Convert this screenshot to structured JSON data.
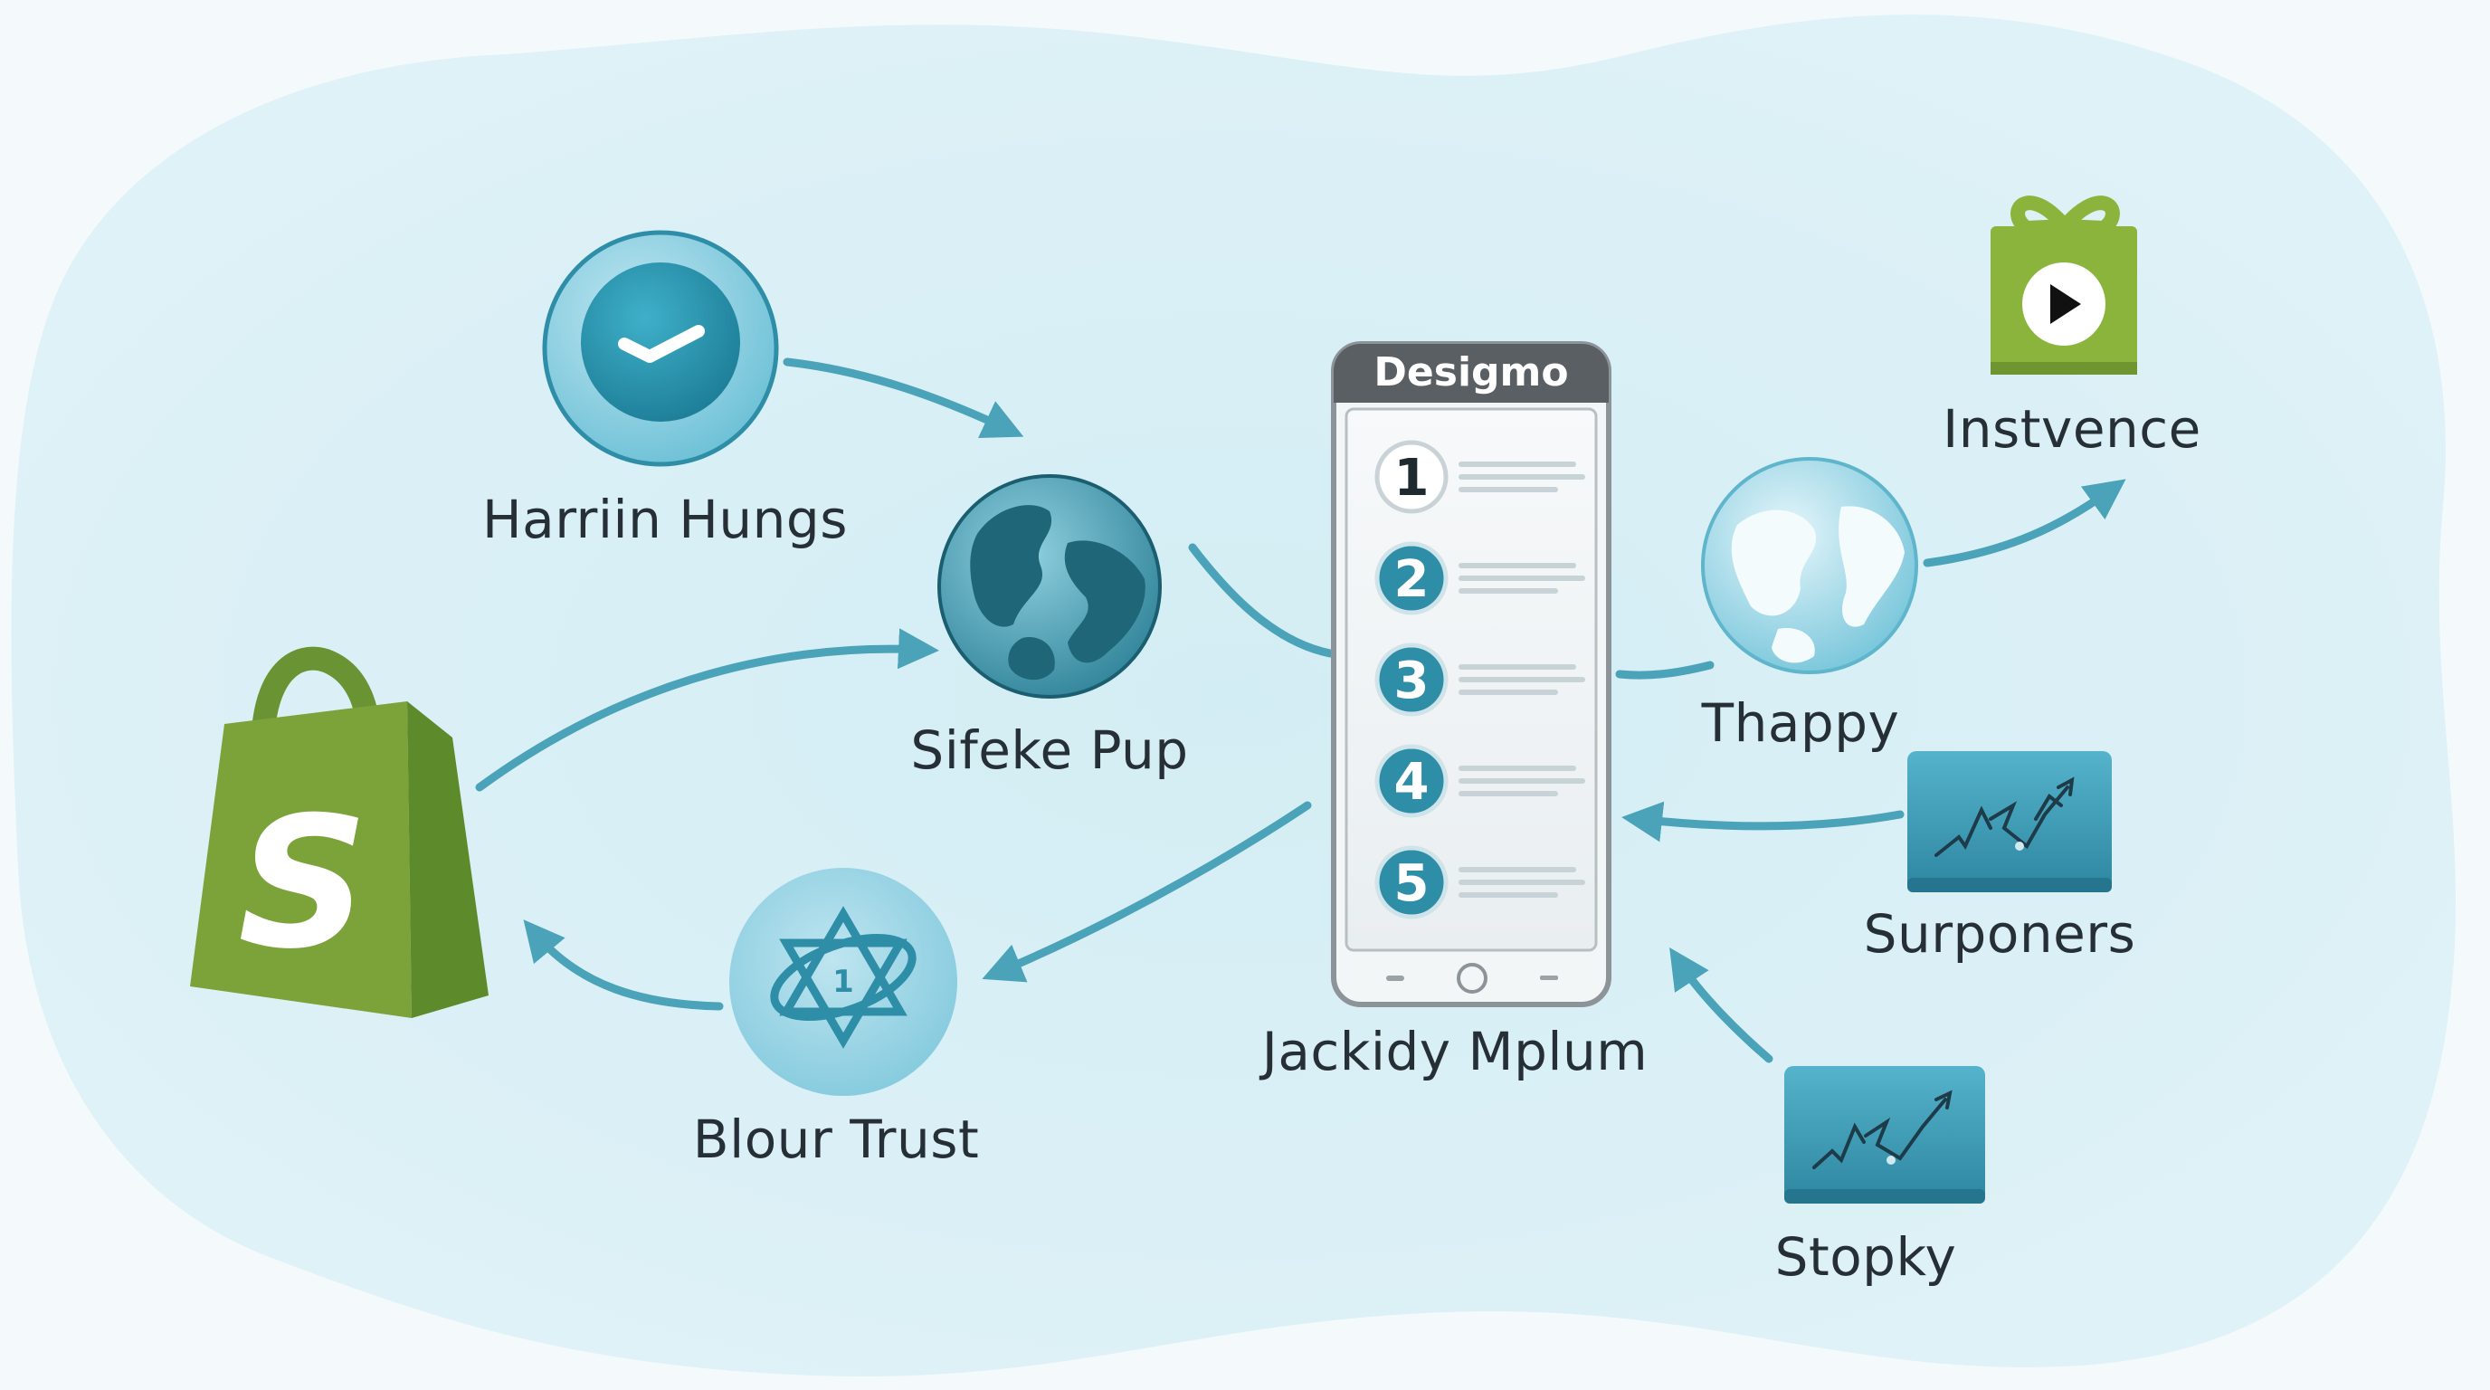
{
  "nodes": {
    "harriin": {
      "label": "Harriin Hungs",
      "icon": "checkmark-icon"
    },
    "sifeke": {
      "label": "Sifeke Pup",
      "icon": "globe-icon"
    },
    "shop": {
      "icon": "shopping-bag-icon",
      "letter": "S"
    },
    "blour": {
      "label": "Blour Trust",
      "icon": "atom-icon",
      "badge": "1"
    },
    "phone": {
      "title": "Desigmo",
      "label": "Jackidy Mplum",
      "steps": [
        "1",
        "2",
        "3",
        "4",
        "5"
      ]
    },
    "instvence": {
      "label": "Instvence",
      "icon": "gift-play-icon"
    },
    "thappy": {
      "label": "Thappy",
      "icon": "globe-icon"
    },
    "surponers": {
      "label": "Surponers",
      "icon": "trend-chart-icon"
    },
    "stopky": {
      "label": "Stopky",
      "icon": "trend-chart-icon"
    }
  },
  "colors": {
    "accent": "#3a9bb0",
    "arrow": "#4aa3b8",
    "shop_green": "#7ba33a",
    "gift_green": "#8bb43d",
    "phone_header": "#5a5f63",
    "tile_teal": "#3c97b2",
    "background_cloud": "#d7eef4"
  }
}
